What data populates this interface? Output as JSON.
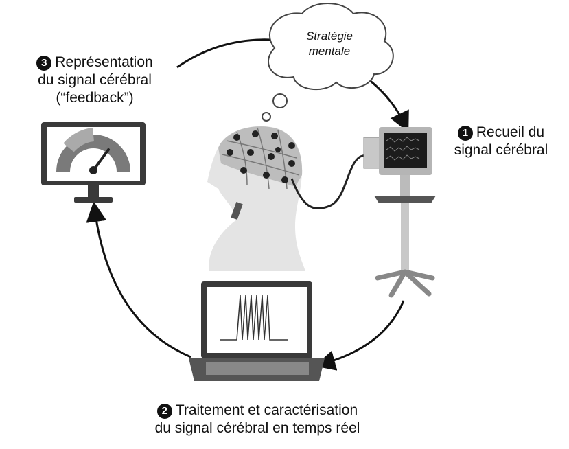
{
  "steps": [
    {
      "number": "1",
      "line1": "Recueil du",
      "line2": "signal cérébral"
    },
    {
      "number": "2",
      "line1": "Traitement et caractérisation",
      "line2": "du signal cérébral en temps réel"
    },
    {
      "number": "3",
      "line1": "Représentation",
      "line2": "du signal cérébral",
      "line3": "(“feedback”)"
    }
  ],
  "cloud": {
    "line1": "Stratégie",
    "line2": "mentale"
  }
}
